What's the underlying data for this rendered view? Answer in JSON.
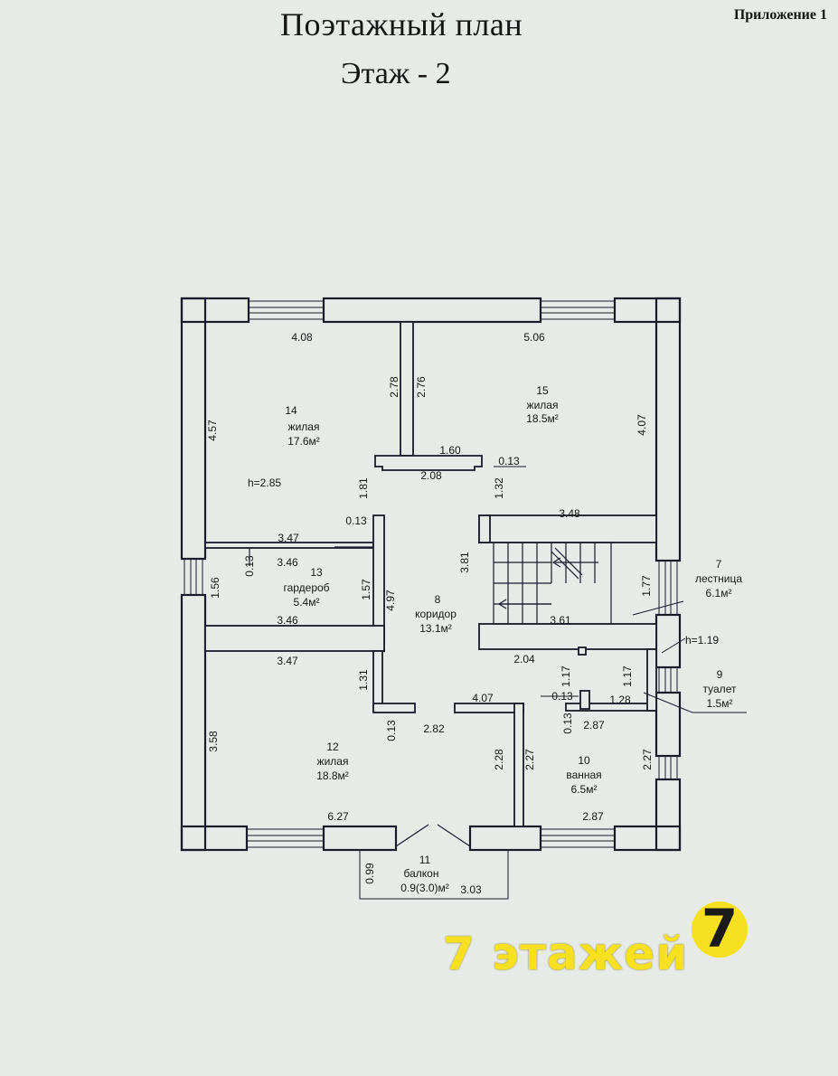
{
  "header": {
    "title": "Поэтажный план",
    "subtitle": "Этаж - 2",
    "annex": "Приложение 1"
  },
  "rooms": {
    "r14": {
      "num": "14",
      "type": "жилая",
      "area": "17.6м²"
    },
    "r15": {
      "num": "15",
      "type": "жилая",
      "area": "18.5м²"
    },
    "r13": {
      "num": "13",
      "type": "гардероб",
      "area": "5.4м²"
    },
    "r8": {
      "num": "8",
      "type": "коридор",
      "area": "13.1м²"
    },
    "r7": {
      "num": "7",
      "type": "лестница",
      "area": "6.1м²"
    },
    "r9": {
      "num": "9",
      "type": "туалет",
      "area": "1.5м²"
    },
    "r12": {
      "num": "12",
      "type": "жилая",
      "area": "18.8м²"
    },
    "r10": {
      "num": "10",
      "type": "ванная",
      "area": "6.5м²"
    },
    "r11": {
      "num": "11",
      "type": "балкон",
      "area": "0.9(3.0)м²"
    }
  },
  "heights": {
    "main": "h=2.85",
    "toilet": "h=1.19"
  },
  "dims": {
    "d14_top": "4.08",
    "d14_left": "4.57",
    "d14_right": "2.78",
    "d15_top": "5.06",
    "d15_left": "2.76",
    "d15_right": "4.07",
    "d15_bottom": "3.48",
    "d_niche_1_60": "1.60",
    "d_niche_2_08": "2.08",
    "d_niche_0_13": "0.13",
    "d_corr_1_81": "1.81",
    "d_corr_1_32": "1.32",
    "d_corr_3_81": "3.81",
    "d_corr_4_97": "4.97",
    "d13_0_13_top": "0.13",
    "d13_3_47": "3.47",
    "d13_0_13_side": "0.13",
    "d13_3_46_a": "3.46",
    "d13_1_56": "1.56",
    "d13_1_57": "1.57",
    "d13_3_46_b": "3.46",
    "d7_1_77": "1.77",
    "d7_3_61": "3.61",
    "d12_3_47": "3.47",
    "d12_1_31": "1.31",
    "d12_3_58": "3.58",
    "d12_0_13": "0.13",
    "d12_6_27": "6.27",
    "d_corr_2_82": "2.82",
    "d_corr_4_07": "4.07",
    "d_corr_2_28": "2.28",
    "d_2_04": "2.04",
    "d_1_17_a": "1.17",
    "d_1_17_b": "1.17",
    "d_0_13_b": "0.13",
    "d_1_28": "1.28",
    "d10_0_13": "0.13",
    "d10_2_87_top": "2.87",
    "d10_2_27_left": "2.27",
    "d10_2_27_right": "2.27",
    "d10_2_87_bottom": "2.87",
    "d11_0_99": "0.99",
    "d11_3_03": "3.03"
  },
  "watermark": {
    "text": "7 этажей",
    "logo_digit": "7",
    "color": "#f6e020"
  }
}
